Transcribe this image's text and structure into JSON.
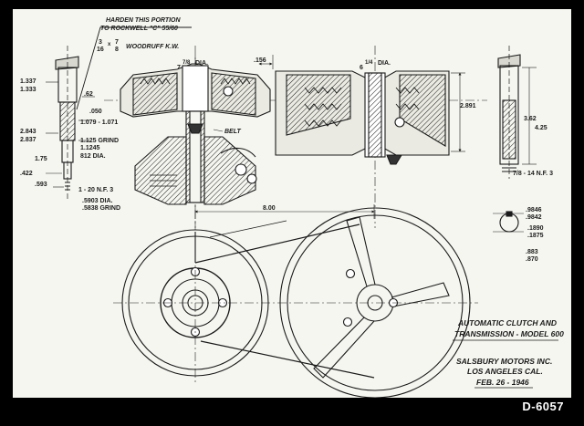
{
  "notes": {
    "harden_line1": "HARDEN THIS PORTION",
    "harden_line2": "TO ROCKWELL \"C\" 55/60",
    "woodruff": "WOODRUFF K.W.",
    "woodruff_frac_num_a": "3",
    "woodruff_frac_den_a": "16",
    "woodruff_frac_num_b": "7",
    "woodruff_frac_den_b": "8",
    "belt": "BELT"
  },
  "dimensions": {
    "dia_7_8": "7",
    "dia_7_8_frac": "7/8",
    "dia_7_8_suffix": "DIA.",
    "d_156": ".156",
    "dia_6_1_4": "6",
    "dia_6_1_4_frac": "1/4",
    "dia_6_1_4_suffix": "DIA.",
    "d_1337": "1.337",
    "d_1333": "1.333",
    "d_62": ".62",
    "d_050": ".050",
    "d_1079": "1.079 - 1.071",
    "d_2843": "2.843",
    "d_2837": "2.837",
    "d_1125_grind": "1.125 GRIND",
    "d_1124_5": "1.1245",
    "d_812": "812 DIA.",
    "d_175": "1.75",
    "d_422": ".422",
    "d_593": ".593",
    "d_120nf3": "1 - 20 N.F. 3",
    "d_5903": ".5903 DIA.",
    "d_5838": ".5838 GRIND",
    "d_2891": "2.891",
    "d_362": "3.62",
    "d_425": "4.25",
    "d_78_14": "7/8 - 14 N.F. 3",
    "d_9846": ".9846",
    "d_9842": ".9842",
    "d_1890": ".1890",
    "d_1875": ".1875",
    "d_883": ".883",
    "d_870": ".870",
    "d_800": "8.00"
  },
  "title_block": {
    "line1": "AUTOMATIC CLUTCH AND",
    "line2": "TRANSMISSION - MODEL 600",
    "company": "SALSBURY MOTORS INC.",
    "city": "LOS ANGELES CAL.",
    "date": "FEB. 26 - 1946",
    "drawing_no": "D-6057"
  },
  "colors": {
    "ink": "#1a1a1a",
    "paper": "#f6f6f1",
    "frame": "#000000"
  }
}
